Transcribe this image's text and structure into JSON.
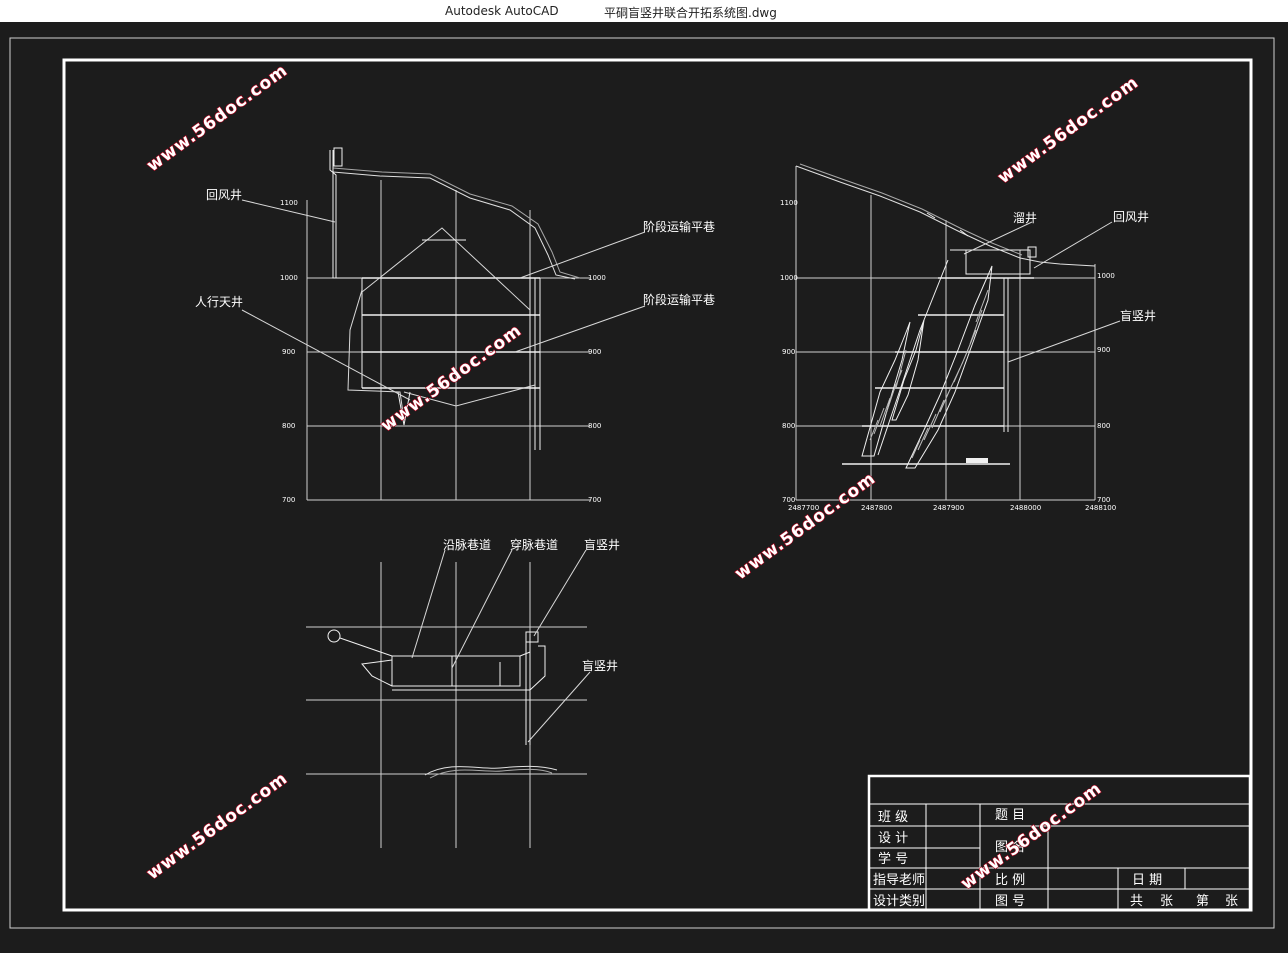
{
  "window": {
    "app_title": "Autodesk AutoCAD",
    "file_title": "平硐盲竖井联合开拓系统图.dwg"
  },
  "watermark": "www.56doc.com",
  "colors": {
    "background": "#1c1c1c",
    "lines": "#d8d8d8",
    "frame": "#ffffff",
    "watermark_stroke": "#b0001a"
  },
  "left_section": {
    "labels": {
      "huifeng": "回风井",
      "renxing": "人行天井",
      "jieduan1": "阶段运输平巷",
      "jieduan2": "阶段运输平巷"
    },
    "elevations": [
      "1100",
      "1000",
      "900",
      "800",
      "700"
    ],
    "right_elevations": [
      "1000",
      "900",
      "800",
      "700"
    ]
  },
  "right_section": {
    "labels": {
      "liujing": "溜井",
      "huifeng": "回风井",
      "mangshu": "盲竖井"
    },
    "elevations": [
      "1100",
      "1000",
      "900",
      "800",
      "700"
    ],
    "right_elevations": [
      "1000",
      "900",
      "800",
      "700"
    ],
    "x_ticks": [
      "2487700",
      "2487800",
      "2487900",
      "2488000",
      "2488100"
    ]
  },
  "plan_view": {
    "labels": {
      "yanmai": "沿脉巷道",
      "chuanmai": "穿脉巷道",
      "mangshu1": "盲竖井",
      "mangshu2": "盲竖井"
    }
  },
  "title_block": {
    "class": "班 级",
    "design": "设 计",
    "student_no": "学 号",
    "advisor": "指导老师",
    "design_type": "设计类别",
    "topic": "题 目",
    "drawing_name": "图 名",
    "scale": "比 例",
    "drawing_no": "图 号",
    "date": "日 期",
    "total": "共",
    "sheet_unit1": "张",
    "nth": "第",
    "sheet_unit2": "张"
  }
}
